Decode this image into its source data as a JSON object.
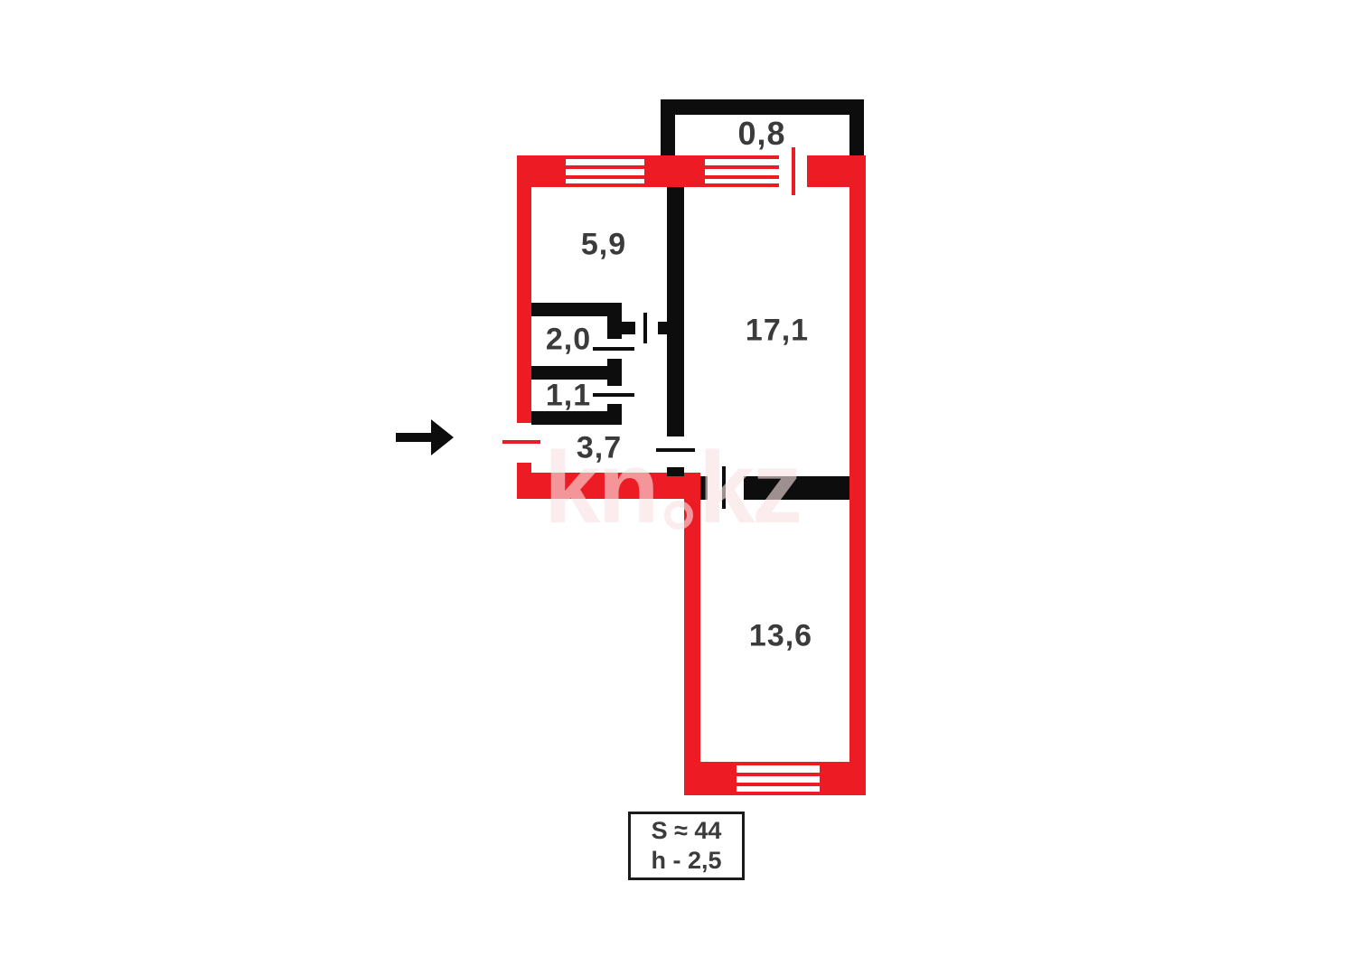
{
  "floor_plan": {
    "room_areas": {
      "balcony": "0,8",
      "top_left": "5,9",
      "small_upper": "2,0",
      "small_lower": "1,1",
      "hall": "3,7",
      "right": "17,1",
      "bottom": "13,6"
    },
    "info_box": {
      "total_area": "S ≈ 44",
      "ceiling_height": "h - 2,5"
    },
    "watermark": {
      "prefix": "kn",
      "suffix": "kz"
    },
    "colors": {
      "exterior_wall": "#ed1c24",
      "interior_wall": "#0d0d0d",
      "room_label": "#3b3b3b"
    }
  }
}
